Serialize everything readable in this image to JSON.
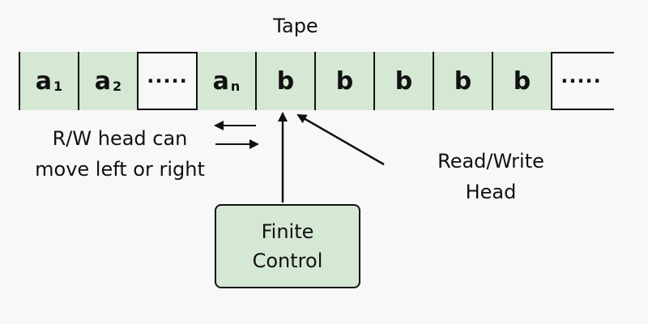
{
  "title": "Tape",
  "tape": {
    "cells": [
      {
        "text": "a",
        "sub": "1",
        "filled": true
      },
      {
        "text": "a",
        "sub": "2",
        "filled": true
      },
      {
        "text": "·····",
        "sub": "",
        "filled": false
      },
      {
        "text": "a",
        "sub": "n",
        "filled": true
      },
      {
        "text": "b",
        "sub": "",
        "filled": true
      },
      {
        "text": "b",
        "sub": "",
        "filled": true
      },
      {
        "text": "b",
        "sub": "",
        "filled": true
      },
      {
        "text": "b",
        "sub": "",
        "filled": true
      },
      {
        "text": "b",
        "sub": "",
        "filled": true
      },
      {
        "text": "·····",
        "sub": "",
        "filled": false
      }
    ]
  },
  "rw_note": {
    "line1": "R/W head can",
    "line2": "move left or right"
  },
  "head_label": {
    "line1": "Read/Write",
    "line2": "Head"
  },
  "control": {
    "line1": "Finite",
    "line2": "Control"
  },
  "colors": {
    "cell_fill": "#d5e8d4",
    "stroke": "#111111",
    "background": "#f8f8f8"
  }
}
